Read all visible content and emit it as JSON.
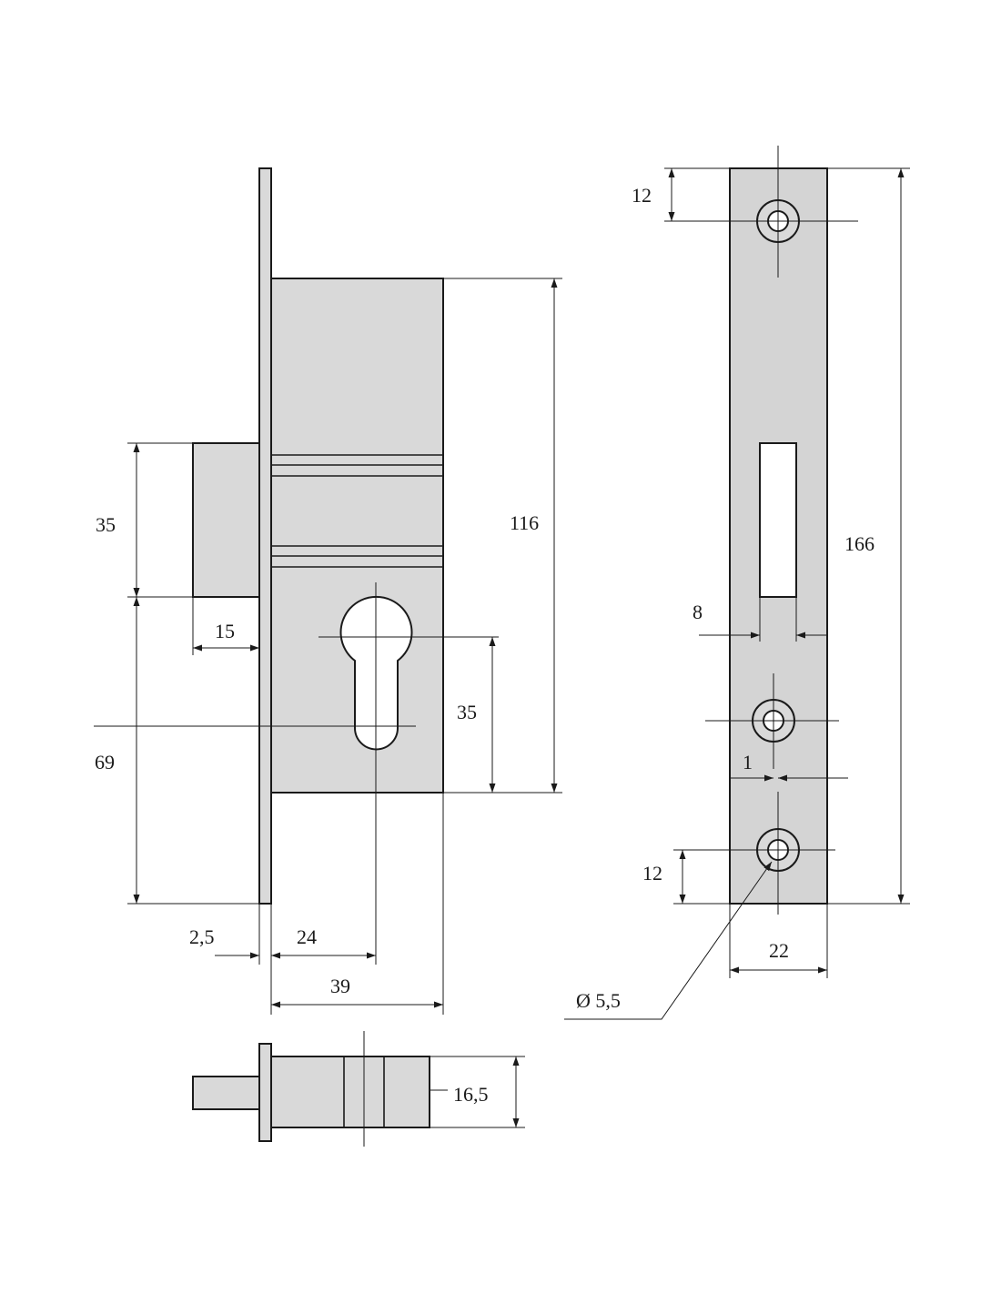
{
  "dimensions": {
    "backset_to_faceplate": "35",
    "bolt_throw": "15",
    "lower_height": "69",
    "case_height": "116",
    "cylinder_center": "35",
    "faceplate_thickness": "2,5",
    "backset": "24",
    "case_depth": "39",
    "width_top_view": "16,5",
    "top_screw_offset": "12",
    "faceplate_length": "166",
    "bolt_slot_width": "8",
    "screw_offset": "1",
    "bottom_screw_offset": "12",
    "faceplate_width": "22",
    "screw_diameter": "Ø 5,5"
  },
  "colors": {
    "part_fill": "#d9d9d9",
    "line": "#1a1a1a",
    "background": "#ffffff"
  }
}
